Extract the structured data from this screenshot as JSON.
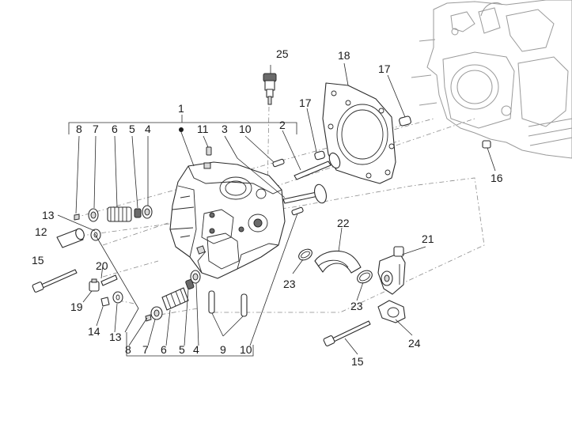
{
  "callouts": {
    "c1": "1",
    "c2": "2",
    "c3": "3",
    "c4_top": "4",
    "c4_bottom": "4",
    "c5_top": "5",
    "c5_bottom": "5",
    "c6_top": "6",
    "c6_bottom": "6",
    "c7_top": "7",
    "c7_bottom": "7",
    "c8_top": "8",
    "c8_bottom": "8",
    "c9": "9",
    "c10_top": "10",
    "c10_bottom": "10",
    "c11": "11",
    "c12": "12",
    "c13_top": "13",
    "c13_bottom": "13",
    "c14": "14",
    "c15_left": "15",
    "c15_bottom": "15",
    "c16": "16",
    "c17_left": "17",
    "c17_right": "17",
    "c18": "18",
    "c19": "19",
    "c20": "20",
    "c21": "21",
    "c22": "22",
    "c23_left": "23",
    "c23_bottom": "23",
    "c24": "24",
    "c25": "25"
  },
  "colors": {
    "line": "#2b2b2b",
    "engine_line": "#9a9a9a",
    "background": "#ffffff"
  }
}
